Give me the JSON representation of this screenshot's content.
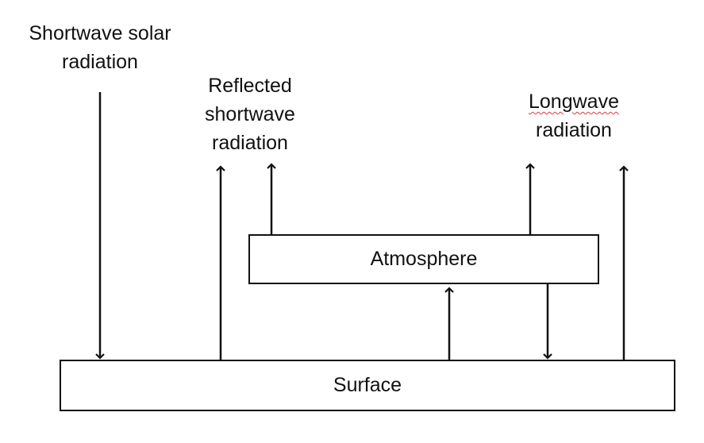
{
  "labels": {
    "shortwave_solar": [
      "Shortwave solar",
      "radiation"
    ],
    "reflected": [
      "Reflected",
      "shortwave",
      "radiation"
    ],
    "longwave_word": "Longwave",
    "longwave_rest": "radiation"
  },
  "boxes": {
    "atmosphere": "Atmosphere",
    "surface": "Surface"
  },
  "colors": {
    "line": "#111111",
    "background": "#ffffff",
    "spellcheck_underline": "#e03a3a"
  }
}
